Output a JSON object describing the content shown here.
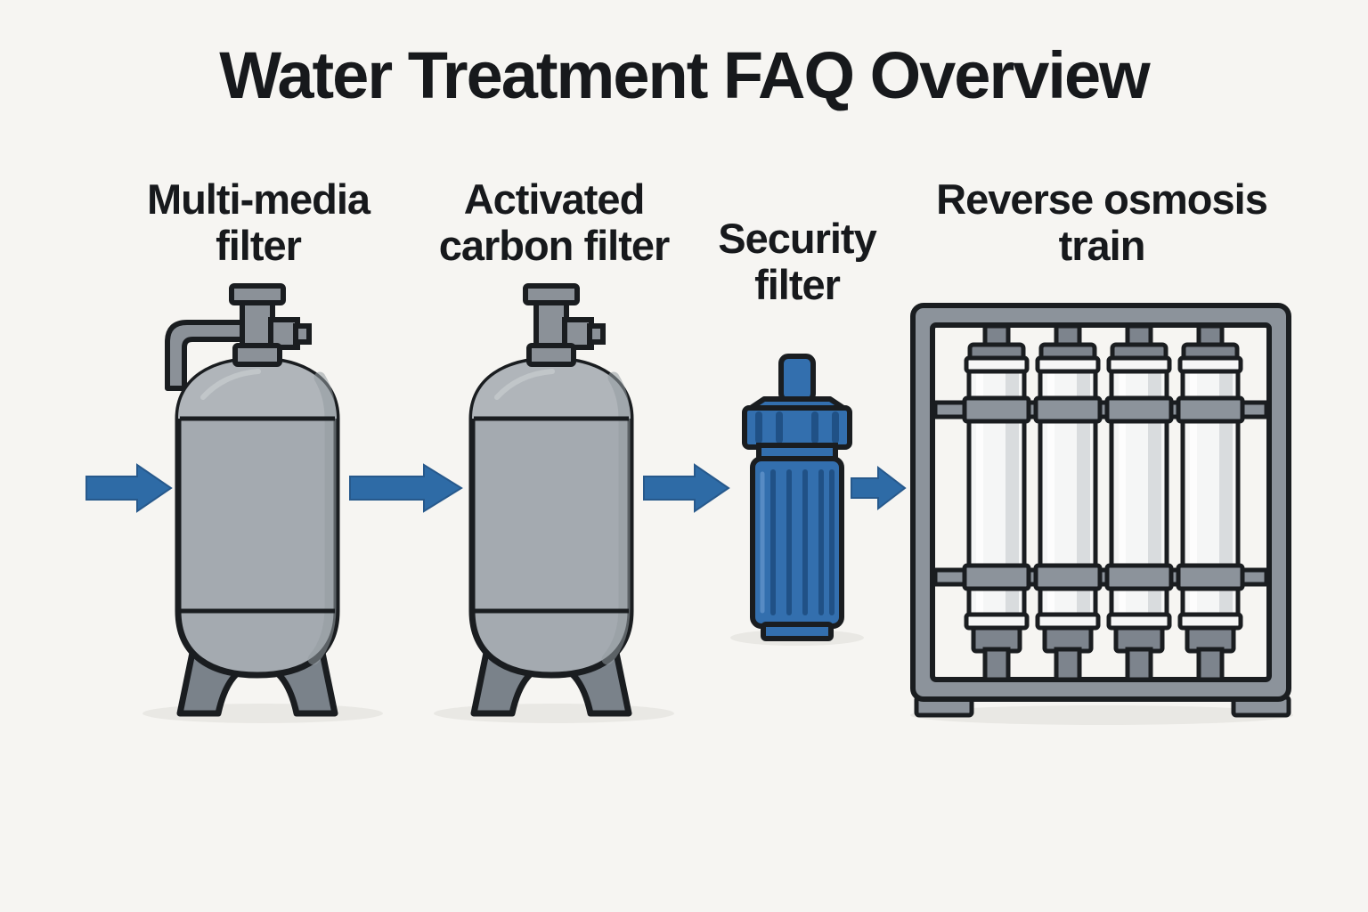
{
  "title": "Water Treatment FAQ Overview",
  "stages": [
    {
      "label": "Multi-media filter"
    },
    {
      "label": "Activated carbon filter"
    },
    {
      "label": "Security filter"
    },
    {
      "label": "Reverse osmosis train",
      "vessel_count": 4
    }
  ],
  "flow": {
    "direction": "left-to-right",
    "arrow_count": 4
  },
  "colors": {
    "background": "#f6f5f2",
    "text": "#17191c",
    "outline": "#1a1d20",
    "arrow-blue": "#2e6ba6",
    "arrow-dark": "#27598c",
    "tank-body": "#a4aab0",
    "tank-dome": "#b0b5ba",
    "tank-highlight": "#c6cacd",
    "tank-shade": "#939aa1",
    "pipe-gray": "#8b9198",
    "base-gray": "#7a828a",
    "frame-gray": "#8c939b",
    "cap-gray": "#7d848d",
    "vessel-white": "#f5f6f6",
    "vessel-shade": "#d9dcde",
    "cartridge-blue": "#336fae",
    "cartridge-dark": "#1f4e82",
    "cartridge-light": "#5b8fc7",
    "shadow": "#e9e8e4"
  }
}
